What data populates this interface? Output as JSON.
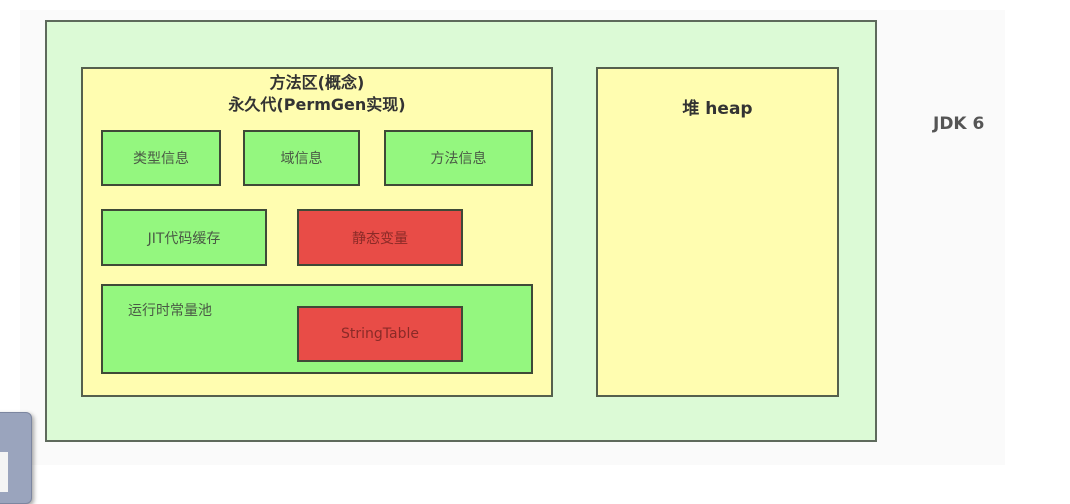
{
  "diagram": {
    "version_label": "JDK 6",
    "colors": {
      "outer_bg": "#dcfad6",
      "area_bg": "#fffdb0",
      "green_box": "#94f77f",
      "red_box": "#e84c47",
      "border": "#55604d"
    },
    "method_area": {
      "title_line1": "方法区(概念)",
      "title_line2": "永久代(PermGen实现)",
      "boxes": [
        {
          "label": "类型信息",
          "color": "green"
        },
        {
          "label": "域信息",
          "color": "green"
        },
        {
          "label": "方法信息",
          "color": "green"
        },
        {
          "label": "JIT代码缓存",
          "color": "green"
        },
        {
          "label": "静态变量",
          "color": "red"
        }
      ],
      "runtime_constant_pool": {
        "label": "运行时常量池",
        "inner_box": {
          "label": "StringTable",
          "color": "red"
        }
      }
    },
    "heap": {
      "title": "堆 heap"
    }
  }
}
